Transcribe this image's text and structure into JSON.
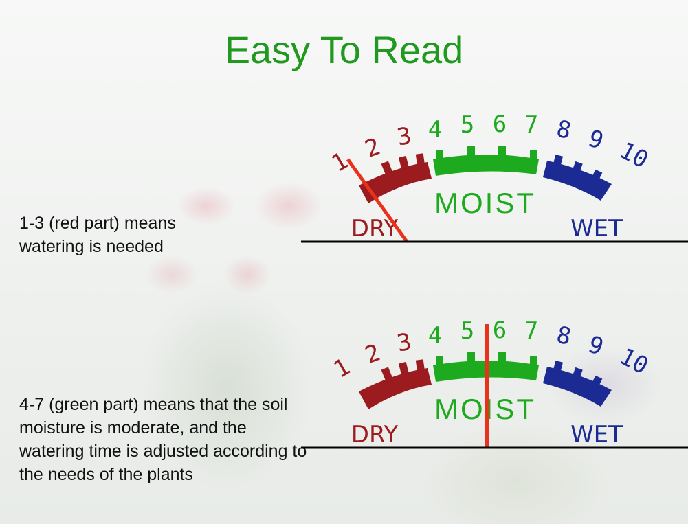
{
  "title": "Easy To Read",
  "descriptions": [
    "1-3 (red part) means watering is needed",
    "4-7 (green part) means that the soil moisture is moderate, and the watering time is adjusted according to the needs of the plants"
  ],
  "gauge": {
    "scale_numbers": [
      "1",
      "2",
      "3",
      "4",
      "5",
      "6",
      "7",
      "8",
      "9",
      "10"
    ],
    "zones": {
      "dry": "DRY",
      "moist": "MOIST",
      "wet": "WET"
    },
    "colors": {
      "dry": "#9b1b1e",
      "moist": "#1eaa1e",
      "wet": "#1c2a94",
      "needle": "#e8321c",
      "baseline": "#000000"
    }
  },
  "readings": [
    {
      "needle_value": 1
    },
    {
      "needle_value": 6
    }
  ]
}
